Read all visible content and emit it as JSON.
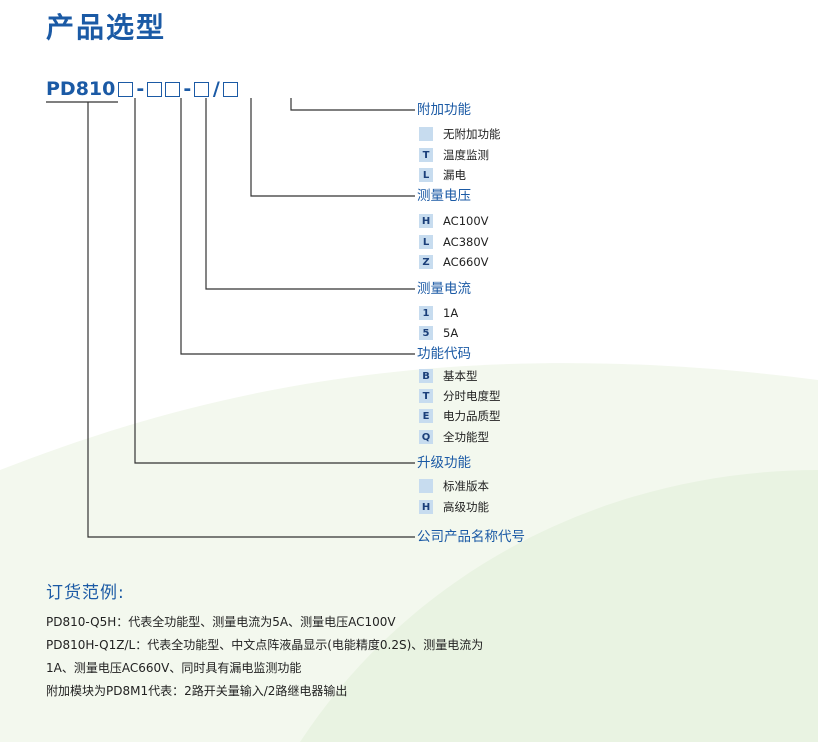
{
  "title": "产品选型",
  "model": {
    "prefix": "PD810",
    "dash1": "-",
    "dash2": "-",
    "slash": "/"
  },
  "groups": [
    {
      "label": "附加功能",
      "options": [
        {
          "code": "",
          "text": "无附加功能"
        },
        {
          "code": "T",
          "text": "温度监测"
        },
        {
          "code": "L",
          "text": "漏电"
        }
      ]
    },
    {
      "label": "测量电压",
      "options": [
        {
          "code": "H",
          "text": "AC100V"
        },
        {
          "code": "L",
          "text": "AC380V"
        },
        {
          "code": "Z",
          "text": "AC660V"
        }
      ]
    },
    {
      "label": "测量电流",
      "options": [
        {
          "code": "1",
          "text": "1A"
        },
        {
          "code": "5",
          "text": "5A"
        }
      ]
    },
    {
      "label": "功能代码",
      "options": [
        {
          "code": "B",
          "text": "基本型"
        },
        {
          "code": "T",
          "text": "分时电度型"
        },
        {
          "code": "E",
          "text": "电力品质型"
        },
        {
          "code": "Q",
          "text": "全功能型"
        }
      ]
    },
    {
      "label": "升级功能",
      "options": [
        {
          "code": "",
          "text": "标准版本"
        },
        {
          "code": "H",
          "text": "高级功能"
        }
      ]
    },
    {
      "label": "公司产品名称代号",
      "options": []
    }
  ],
  "example": {
    "title": "订货范例:",
    "lines": [
      "PD810-Q5H：代表全功能型、测量电流为5A、测量电压AC100V",
      "PD810H-Q1Z/L：代表全功能型、中文点阵液晶显示(电能精度0.2S)、测量电流为",
      "1A、测量电压AC660V、同时具有漏电监测功能",
      "附加模块为PD8M1代表：2路开关量输入/2路继电器输出"
    ]
  },
  "colors": {
    "accent": "#1b5aa5",
    "code_box": "#c7dcef",
    "swoosh": "#eef5e8"
  }
}
